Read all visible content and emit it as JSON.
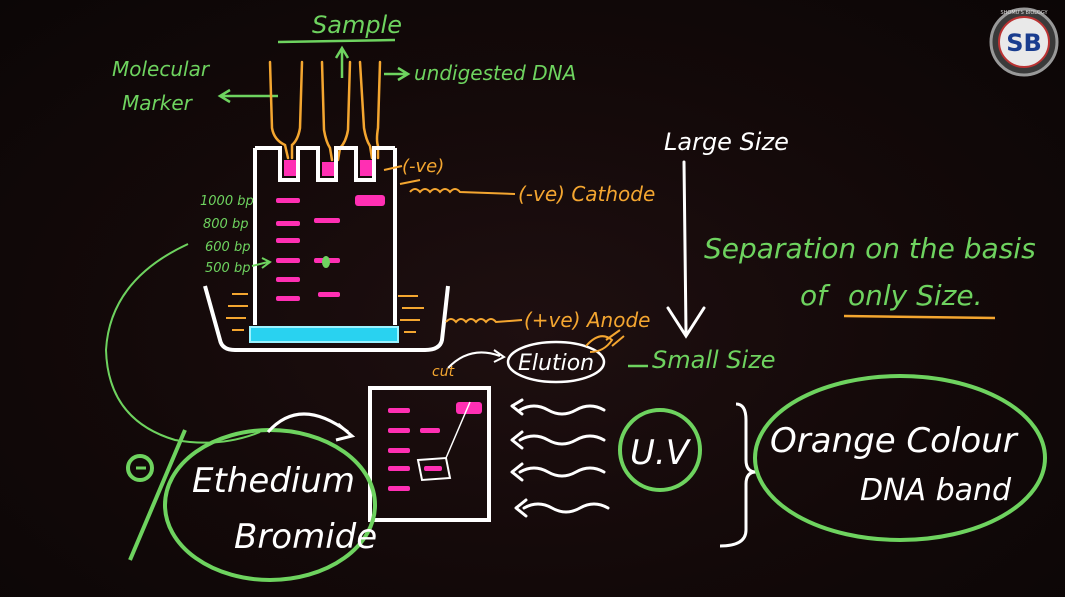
{
  "colors": {
    "background": "#130909",
    "green": "#6ed35f",
    "orange": "#f4a630",
    "white": "#ffffff",
    "magenta": "#ff2fb3",
    "cyan": "#29d2f0"
  },
  "labels": {
    "sample": "Sample",
    "molecular_marker_1": "Molecular",
    "molecular_marker_2": "Marker",
    "undigested_dna": "undigested DNA",
    "negative_sign": "(-ve)",
    "cathode": "(-ve) Cathode",
    "anode": "(+ve) Anode",
    "large_size": "Large Size",
    "small_size": "Small Size",
    "separation_line1": "Separation on the basis",
    "separation_line2_prefix": "of",
    "separation_line2_underlined": "only Size.",
    "elution": "Elution",
    "cut": "cut",
    "uv": "U.V",
    "ethidium_bromide_1": "Ethedium",
    "ethidium_bromide_2": "Bromide",
    "orange_colour_1": "Orange Colour",
    "orange_colour_2": "DNA band",
    "ladder_1000": "1000 bp",
    "ladder_800": "800 bp",
    "ladder_600": "600 bp",
    "ladder_500": "500 bp"
  },
  "logo": {
    "initials": "SB",
    "ring_text": "SHOMU'S BIOLOGY"
  }
}
